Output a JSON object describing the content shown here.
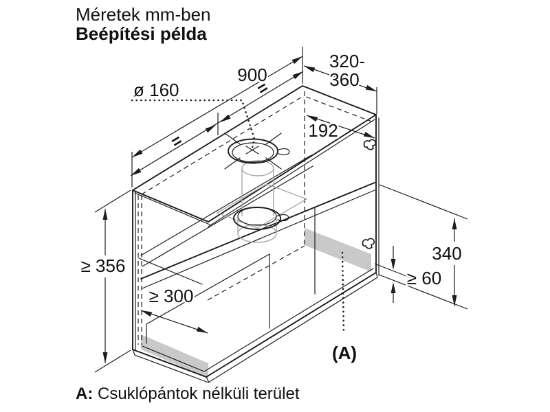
{
  "header": {
    "line1": "Méretek mm-ben",
    "line2": "Beépítési példa"
  },
  "dims": {
    "cabinet_width": "900",
    "cabinet_depth_line1": "320-",
    "cabinet_depth_line2": "360",
    "duct_diameter": "ø 160",
    "duct_offset_from_right": "192",
    "min_side_height": "≥ 356",
    "min_bottom_depth": "≥ 300",
    "side_panel_height": "340",
    "hinge_free_min_height": "≥ 60",
    "equal_mark_left": "=",
    "equal_mark_right": "=",
    "area_ref": "(A)"
  },
  "footnote": {
    "label": "A:",
    "text": " Csuklópántok nélküli terület"
  },
  "icons": [
    {
      "name": "hinge-icon",
      "meaning": "cabinet hinge position marker"
    },
    {
      "name": "duct-hole-icon",
      "meaning": "ø 160 duct opening with center cross"
    }
  ],
  "colors": {
    "line": "#1c1c1c",
    "hinge_free_shade": "#c9c9c9",
    "duct_collar_gray": "#a9a9a9",
    "background": "#ffffff"
  }
}
